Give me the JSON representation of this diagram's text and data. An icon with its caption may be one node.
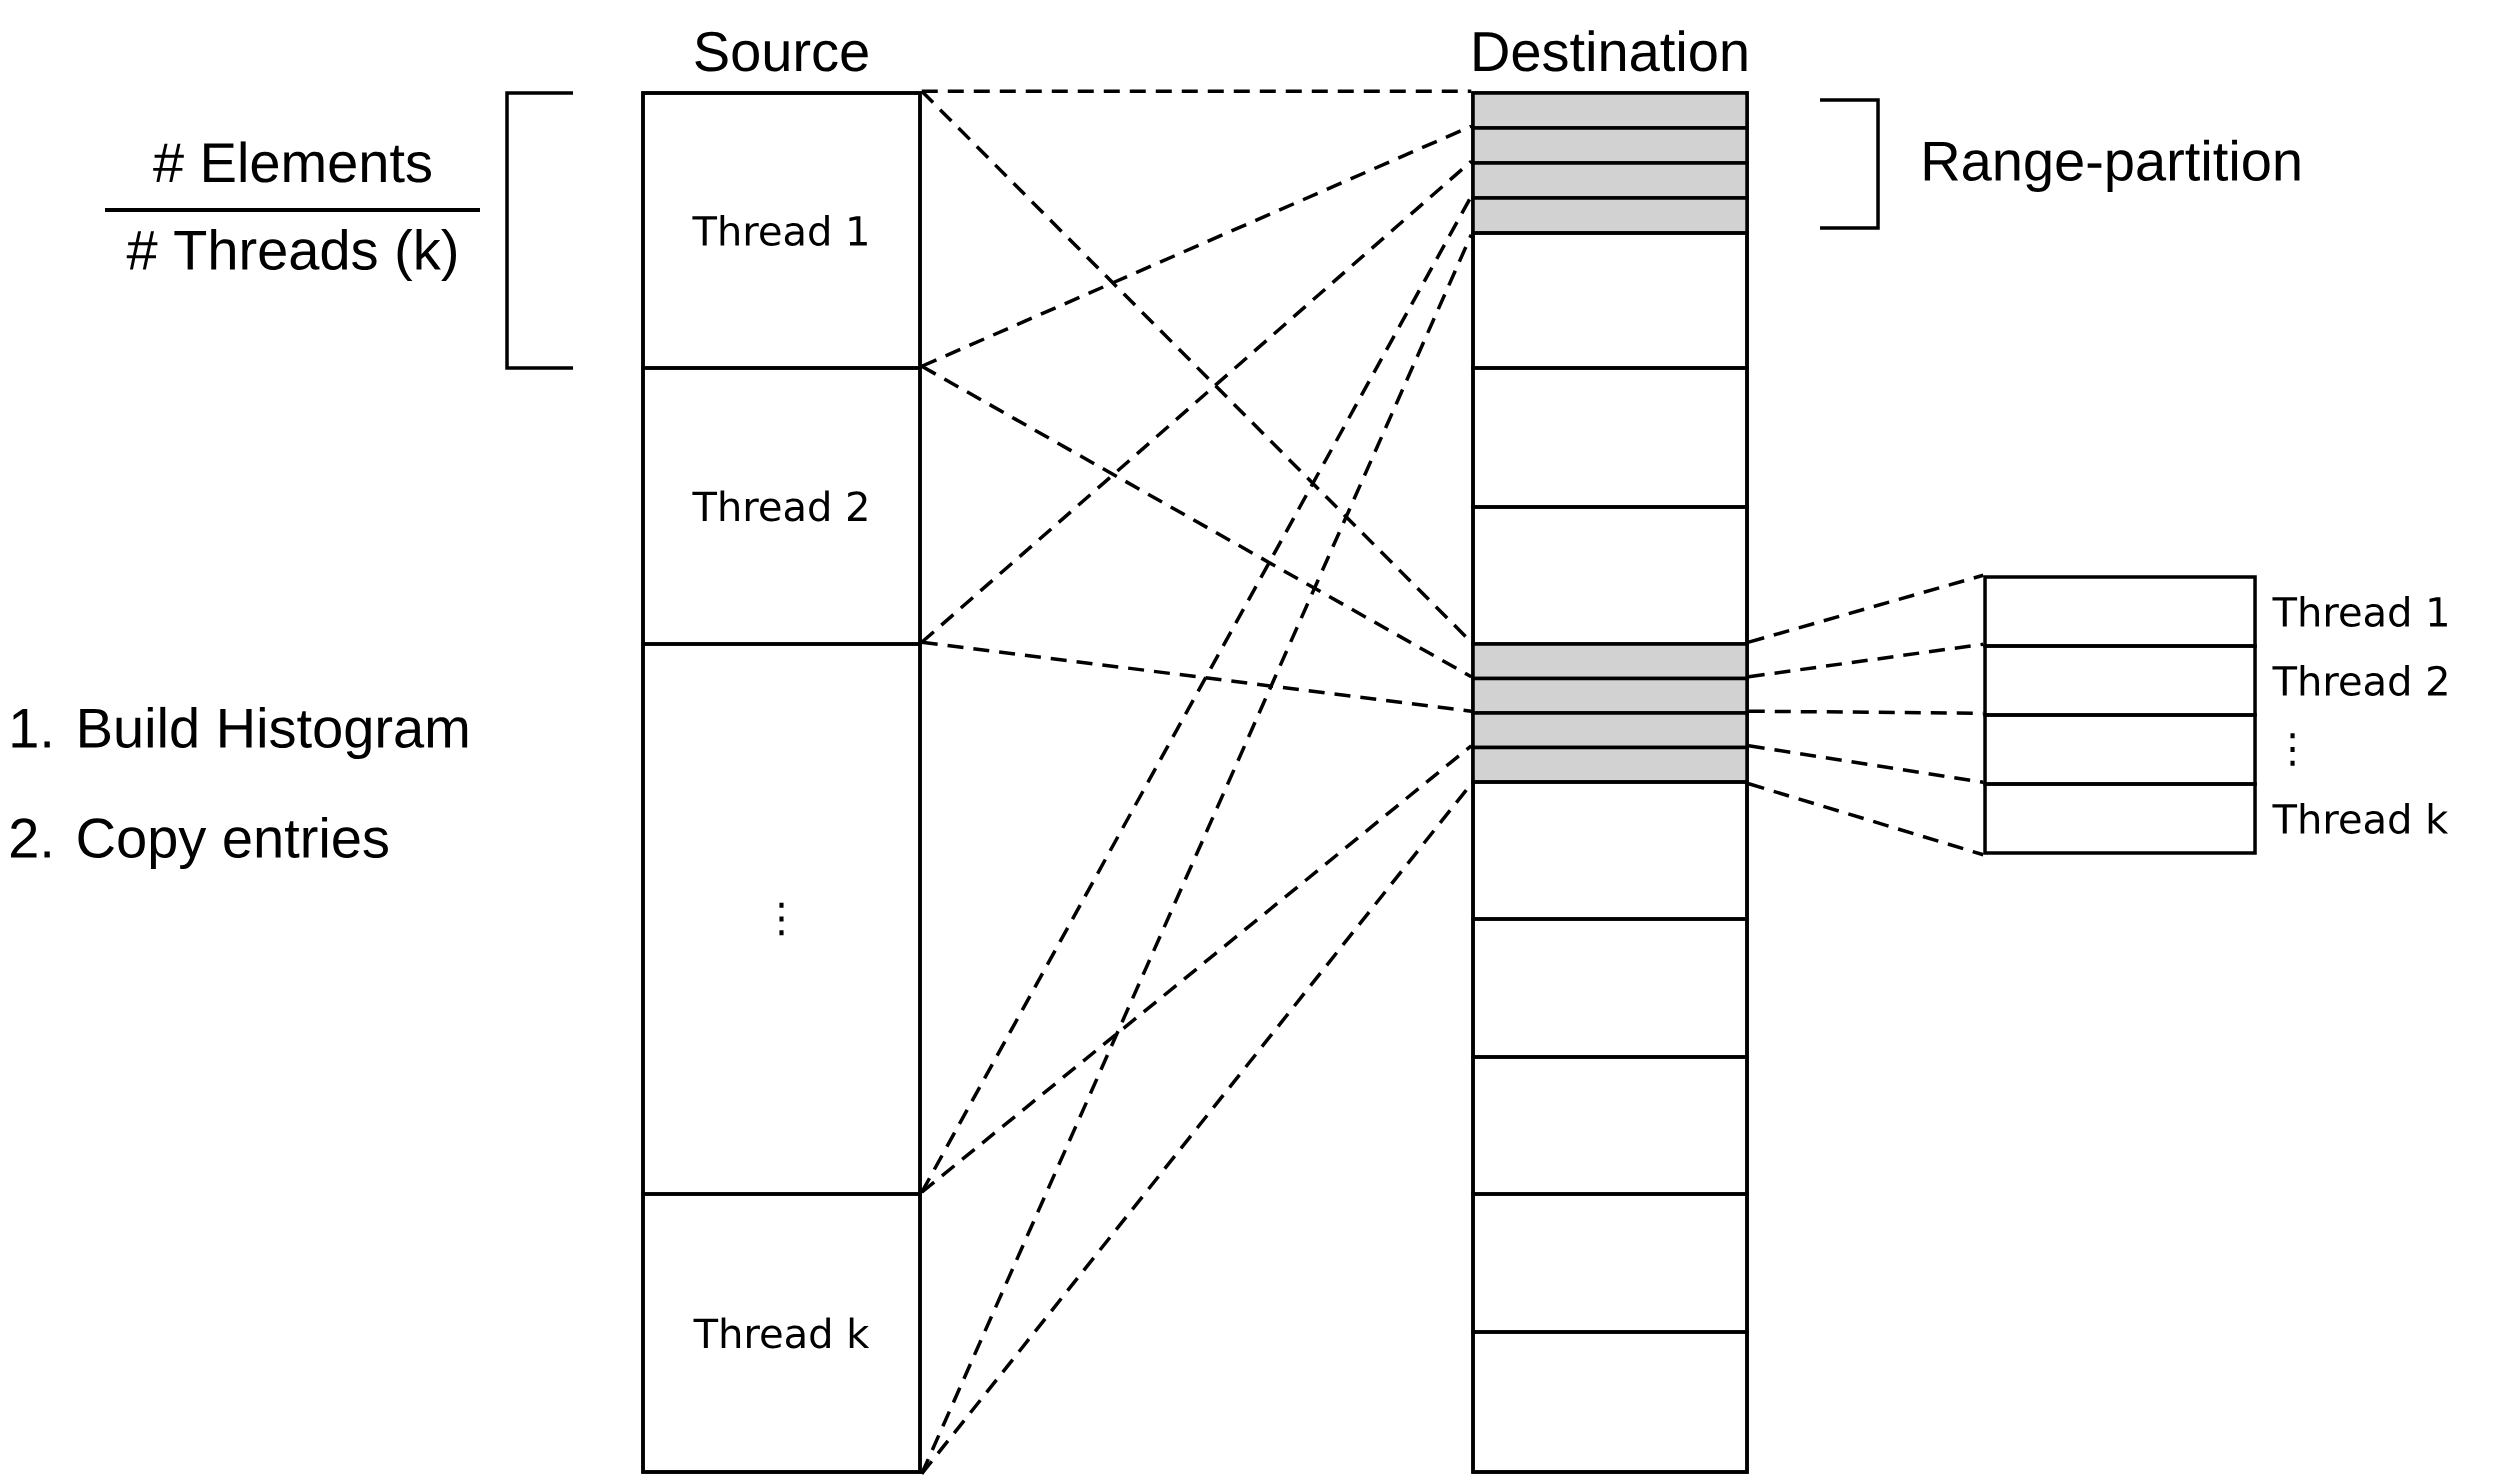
{
  "diagram": {
    "nodes": [
      {
        "text": [
          "Source"
        ]
      },
      {
        "text": [
          "Thread 1"
        ],
        "in": 0
      },
      {
        "text": [
          "Thread 2"
        ],
        "in": 0
      },
      {
        "text": [
          "⋮"
        ],
        "in": 0
      },
      {
        "text": [
          "Thread k"
        ],
        "in": 0
      },
      {
        "text": [
          "Destination"
        ]
      },
      {
        "text": [],
        "shape": "box",
        "in": 5
      },
      {
        "text": [],
        "shape": "box",
        "in": 5
      },
      {
        "text": [],
        "shape": "box",
        "in": 5
      },
      {
        "text": [],
        "shape": "box",
        "in": 5
      },
      {
        "text": [],
        "shape": "box",
        "in": 5
      },
      {
        "text": [],
        "shape": "box",
        "in": 5
      },
      {
        "text": [],
        "shape": "box",
        "in": 5
      },
      {
        "text": [],
        "shape": "box",
        "in": 5
      },
      {
        "text": [],
        "shape": "box",
        "in": 5
      },
      {
        "text": [],
        "shape": "box",
        "in": 5
      },
      {
        "text": [],
        "shape": "box",
        "in": 5
      },
      {
        "text": [],
        "shape": "box",
        "in": 5
      },
      {
        "text": [],
        "shape": "box",
        "in": 5
      },
      {
        "text": [],
        "shape": "box",
        "in": 5
      },
      {
        "text": [],
        "shape": "box",
        "in": 5
      },
      {
        "text": [],
        "shape": "box",
        "in": 5
      },
      {
        "text": [],
        "shape": "box",
        "beside": [
          "Thread 1"
        ]
      },
      {
        "text": [],
        "shape": "box",
        "beside": [
          "Thread 2"
        ]
      },
      {
        "text": [],
        "shape": "box",
        "beside": [
          "⋮"
        ]
      },
      {
        "text": [],
        "shape": "box",
        "beside": [
          "Thread k"
        ]
      }
    ],
    "edges": [
      {
        "from": 1,
        "to": 6,
        "arrow": "none"
      },
      {
        "from": 2,
        "to": 7,
        "arrow": "none"
      },
      {
        "from": 3,
        "to": 8,
        "arrow": "none"
      },
      {
        "from": 4,
        "to": 9,
        "arrow": "none"
      },
      {
        "from": 4,
        "to": 9,
        "arrow": "none"
      },
      {
        "from": 1,
        "to": 13,
        "arrow": "none"
      },
      {
        "from": 2,
        "to": 14,
        "arrow": "none"
      },
      {
        "from": 3,
        "to": 15,
        "arrow": "none"
      },
      {
        "from": 4,
        "to": 16,
        "arrow": "none"
      },
      {
        "from": 4,
        "to": 16,
        "arrow": "none"
      },
      {
        "from": 13,
        "to": 22,
        "arrow": "none"
      },
      {
        "from": 14,
        "to": 23,
        "arrow": "none"
      },
      {
        "from": 15,
        "to": 24,
        "arrow": "none"
      },
      {
        "from": 16,
        "to": 25,
        "arrow": "none"
      },
      {
        "from": 16,
        "to": 25,
        "arrow": "none"
      }
    ],
    "labels": [
      "# Elements",
      "# Threads (k)",
      "Range-partition",
      "1. Build Histogram",
      "2. Copy entries"
    ]
  }
}
